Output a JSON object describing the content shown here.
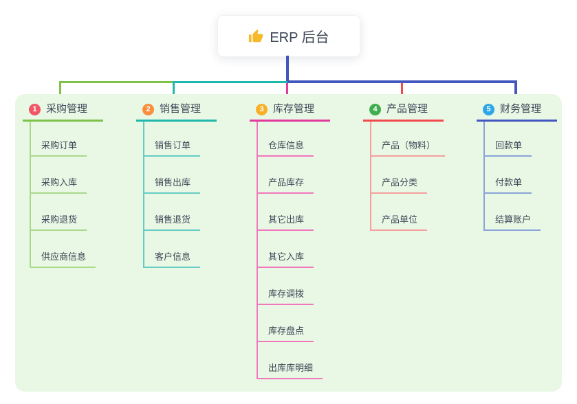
{
  "root": {
    "title": "ERP 后台",
    "icon": "thumbs-up-icon",
    "icon_color": "#f6b92c"
  },
  "colors": {
    "panel_bg": "#e9f7e5",
    "text": "#3d4757",
    "root_line": "#4157c0"
  },
  "branches": [
    {
      "number": "1",
      "title": "采购管理",
      "badge_color": "#f05666",
      "line_color": "#7ec14b",
      "child_line_color": "#a9d98b",
      "children": [
        "采购订单",
        "采购入库",
        "采购退货",
        "供应商信息"
      ]
    },
    {
      "number": "2",
      "title": "销售管理",
      "badge_color": "#fa8e3d",
      "line_color": "#1eb8ac",
      "child_line_color": "#66ccc4",
      "children": [
        "销售订单",
        "销售出库",
        "销售退货",
        "客户信息"
      ]
    },
    {
      "number": "3",
      "title": "库存管理",
      "badge_color": "#f8b02a",
      "line_color": "#e23a9d",
      "child_line_color": "#f277bc",
      "children": [
        "仓库信息",
        "产品库存",
        "其它出库",
        "其它入库",
        "库存调拨",
        "库存盘点",
        "出库库明细"
      ]
    },
    {
      "number": "4",
      "title": "产品管理",
      "badge_color": "#3ead4d",
      "line_color": "#f2494c",
      "child_line_color": "#f5a09e",
      "children": [
        "产品（物料）",
        "产品分类",
        "产品单位"
      ]
    },
    {
      "number": "5",
      "title": "财务管理",
      "badge_color": "#2ea7e6",
      "line_color": "#4356bf",
      "child_line_color": "#8aa3d8",
      "children": [
        "回款单",
        "付款单",
        "结算账户"
      ]
    }
  ]
}
